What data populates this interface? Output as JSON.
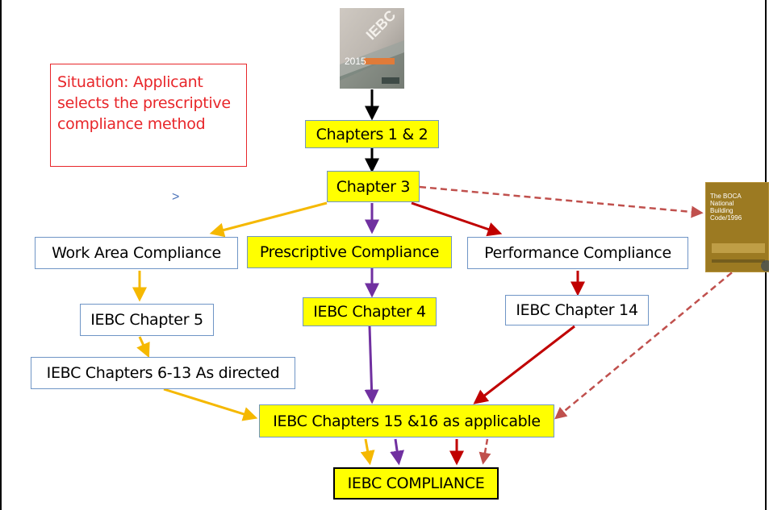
{
  "situation": "Situation:  Applicant selects the prescriptive compliance method",
  "stray_mark": ">",
  "boxes": {
    "ch12": "Chapters 1 & 2",
    "ch3": "Chapter 3",
    "work_area": "Work Area Compliance",
    "prescriptive": "Prescriptive Compliance",
    "performance": "Performance Compliance",
    "ch5": "IEBC Chapter 5",
    "ch4": "IEBC Chapter 4",
    "ch14": "IEBC Chapter 14",
    "ch6_13": "IEBC Chapters 6-13 As directed",
    "ch15_16": "IEBC Chapters 15 &16 as applicable",
    "compliance": "IEBC COMPLIANCE"
  },
  "iebc_book": {
    "title": "IEBC",
    "year": "2015"
  },
  "boca_book": {
    "text": "The BOCA National Building Code/1996"
  },
  "colors": {
    "black_arrow": "#000000",
    "yellow_arrow": "#f5b800",
    "purple_arrow": "#7030a0",
    "red_arrow": "#c00000",
    "dashed_arrow": "#c0504d",
    "box_border": "#6f95c6",
    "highlight": "#ffff00",
    "situation_red": "#e8262a"
  }
}
